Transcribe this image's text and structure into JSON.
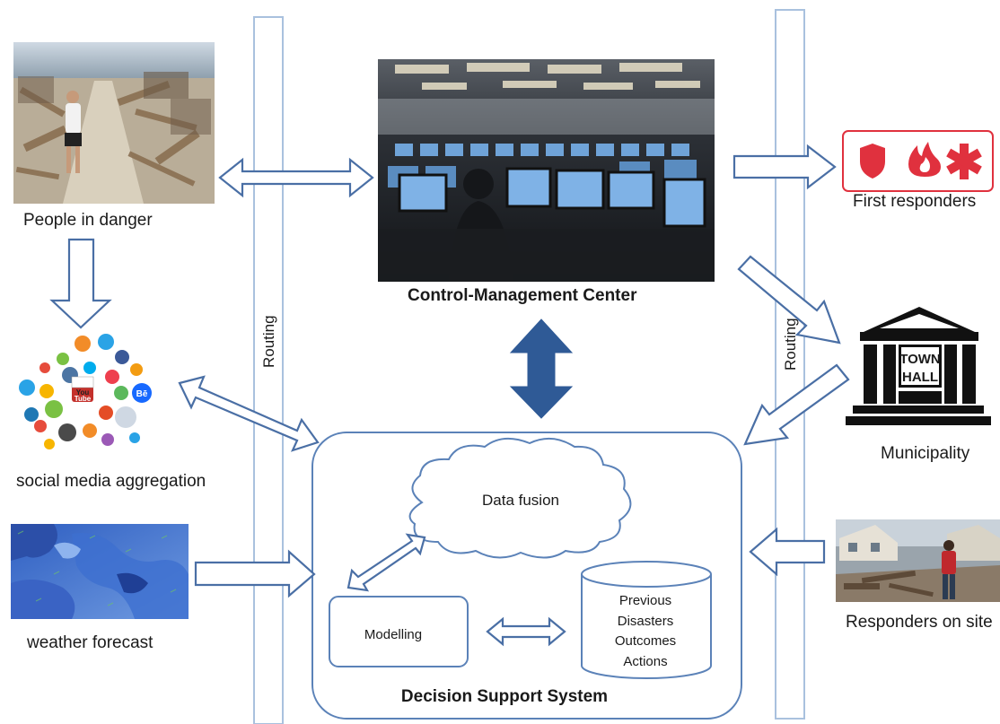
{
  "nodes": {
    "people": "People in danger",
    "social": "social media aggregation",
    "weather": "weather forecast",
    "control": "Control-Management  Center",
    "first_responders": "First responders",
    "municipality": "Municipality",
    "responders_site": "Responders on site",
    "dss": "Decision  Support  System",
    "data_fusion": "Data fusion",
    "modelling": "Modelling",
    "db_line1": "Previous",
    "db_line2": "Disasters",
    "db_line3": "Outcomes",
    "db_line4": "Actions"
  },
  "routing": {
    "left": "Routing",
    "right": "Routing"
  },
  "town_hall": {
    "line1": "TOWN",
    "line2": "HALL"
  },
  "social_icons": {
    "you": "You",
    "tube": "Tube",
    "be": "Bē"
  },
  "colors": {
    "arrow_stroke": "#4a6fa5",
    "bar_stroke": "#a9c1de",
    "dss_stroke": "#5b82b8",
    "thick_arrow": "#2f5a96",
    "emergency_red": "#e0313e"
  }
}
